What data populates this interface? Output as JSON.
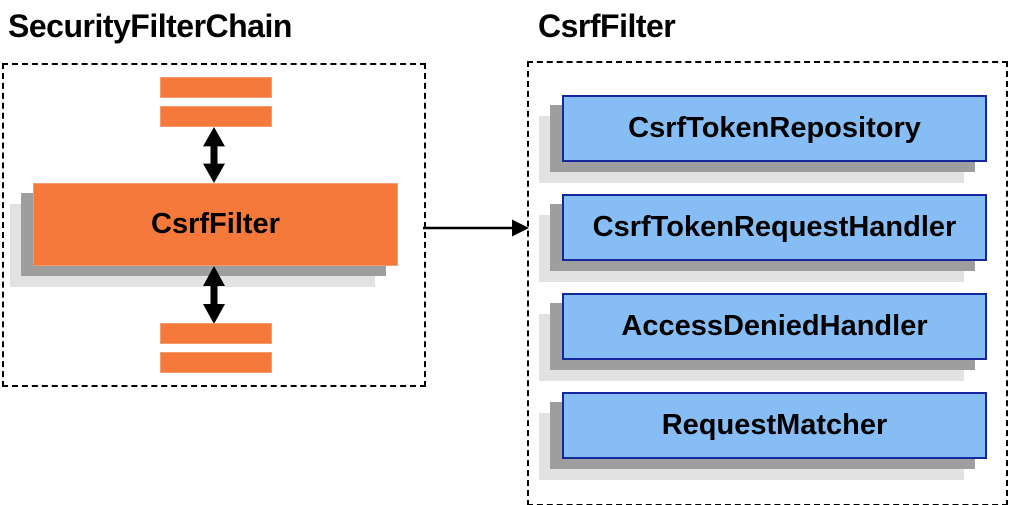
{
  "diagram": {
    "left_panel": {
      "title": "SecurityFilterChain",
      "filter_box_label": "CsrfFilter"
    },
    "right_panel": {
      "title": "CsrfFilter",
      "components": [
        "CsrfTokenRepository",
        "CsrfTokenRequestHandler",
        "AccessDeniedHandler",
        "RequestMatcher"
      ]
    },
    "colors": {
      "orange_fill": "#F4793B",
      "orange_border": "#F59A6E",
      "blue_fill": "#85BDF4",
      "blue_border": "#16269C",
      "shadow_dark": "#9E9E9E",
      "shadow_light": "#E2E2E2",
      "arrow_color": "#000000",
      "text_color": "#000000"
    }
  }
}
